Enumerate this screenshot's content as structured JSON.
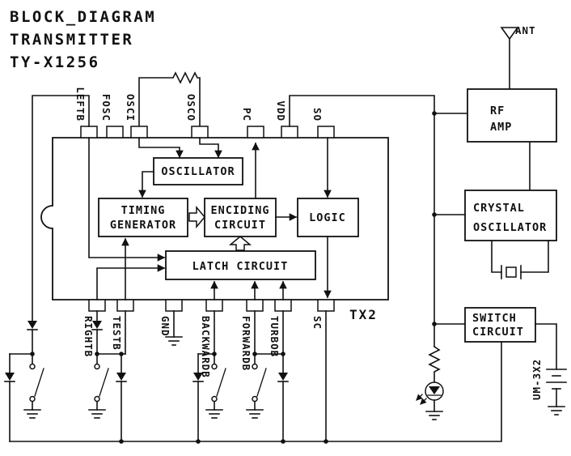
{
  "title": {
    "line1": "BLOCK_DIAGRAM",
    "line2": "TRANSMITTER",
    "line3": "TY-X1256"
  },
  "antenna": {
    "label": "ANT"
  },
  "ic": {
    "name": "TX2",
    "top_pins": [
      "LEFTB",
      "FOSC",
      "OSCI",
      "OSCO",
      "PC",
      "VDD",
      "SO"
    ],
    "bottom_pins": [
      "RIGHTB",
      "TESTB",
      "GND",
      "BACKWARDB",
      "FORWARDB",
      "TURBOB",
      "SC"
    ],
    "blocks": {
      "oscillator": "OSCILLATOR",
      "timing_generator_line1": "TIMING",
      "timing_generator_line2": "GENERATOR",
      "encoding_circuit_line1": "ENCIDING",
      "encoding_circuit_line2": "CIRCUIT",
      "logic": "LOGIC",
      "latch_circuit": "LATCH CIRCUIT"
    }
  },
  "right_blocks": {
    "rf_amp_line1": "RF",
    "rf_amp_line2": "AMP",
    "crystal_oscillator_line1": "CRYSTAL",
    "crystal_oscillator_line2": "OSCILLATOR",
    "switch_circuit_line1": "SWITCH",
    "switch_circuit_line2": "CIRCUIT"
  },
  "battery": {
    "label": "UM-3X2"
  },
  "colors": {
    "line": "#111111",
    "background": "#ffffff"
  }
}
